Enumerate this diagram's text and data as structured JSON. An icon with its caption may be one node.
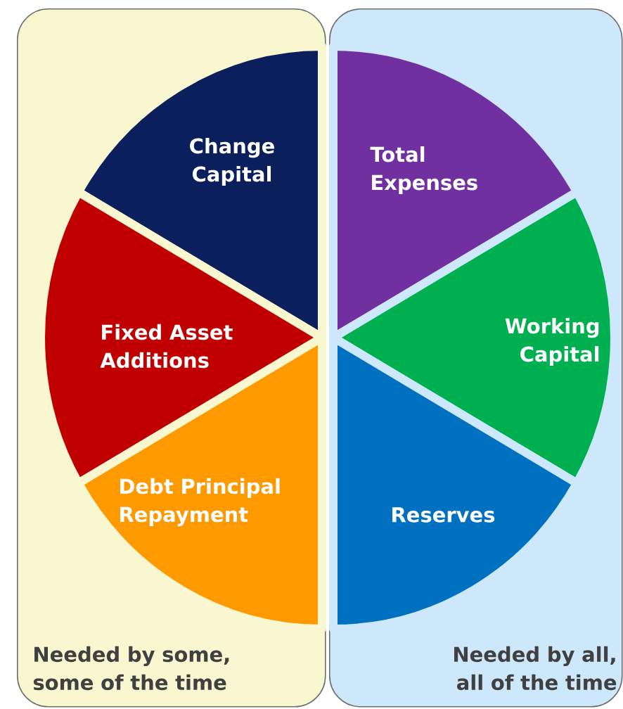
{
  "diagram": {
    "nodes": [
      {
        "text": [
          "Needed by some, some of the time"
        ]
      },
      {
        "text": [
          "Needed by all, all of the time"
        ]
      },
      {
        "text": [
          "Change Capital"
        ],
        "in": 0
      },
      {
        "text": [
          "Total Expenses"
        ],
        "in": 1
      },
      {
        "text": [
          "Fixed Asset Additions"
        ],
        "in": 0
      },
      {
        "text": [
          "Working Capital"
        ],
        "in": 1
      },
      {
        "text": [
          "Debt Principal Repayment"
        ],
        "in": 0
      },
      {
        "text": [
          "Reserves"
        ],
        "in": 1
      }
    ]
  }
}
